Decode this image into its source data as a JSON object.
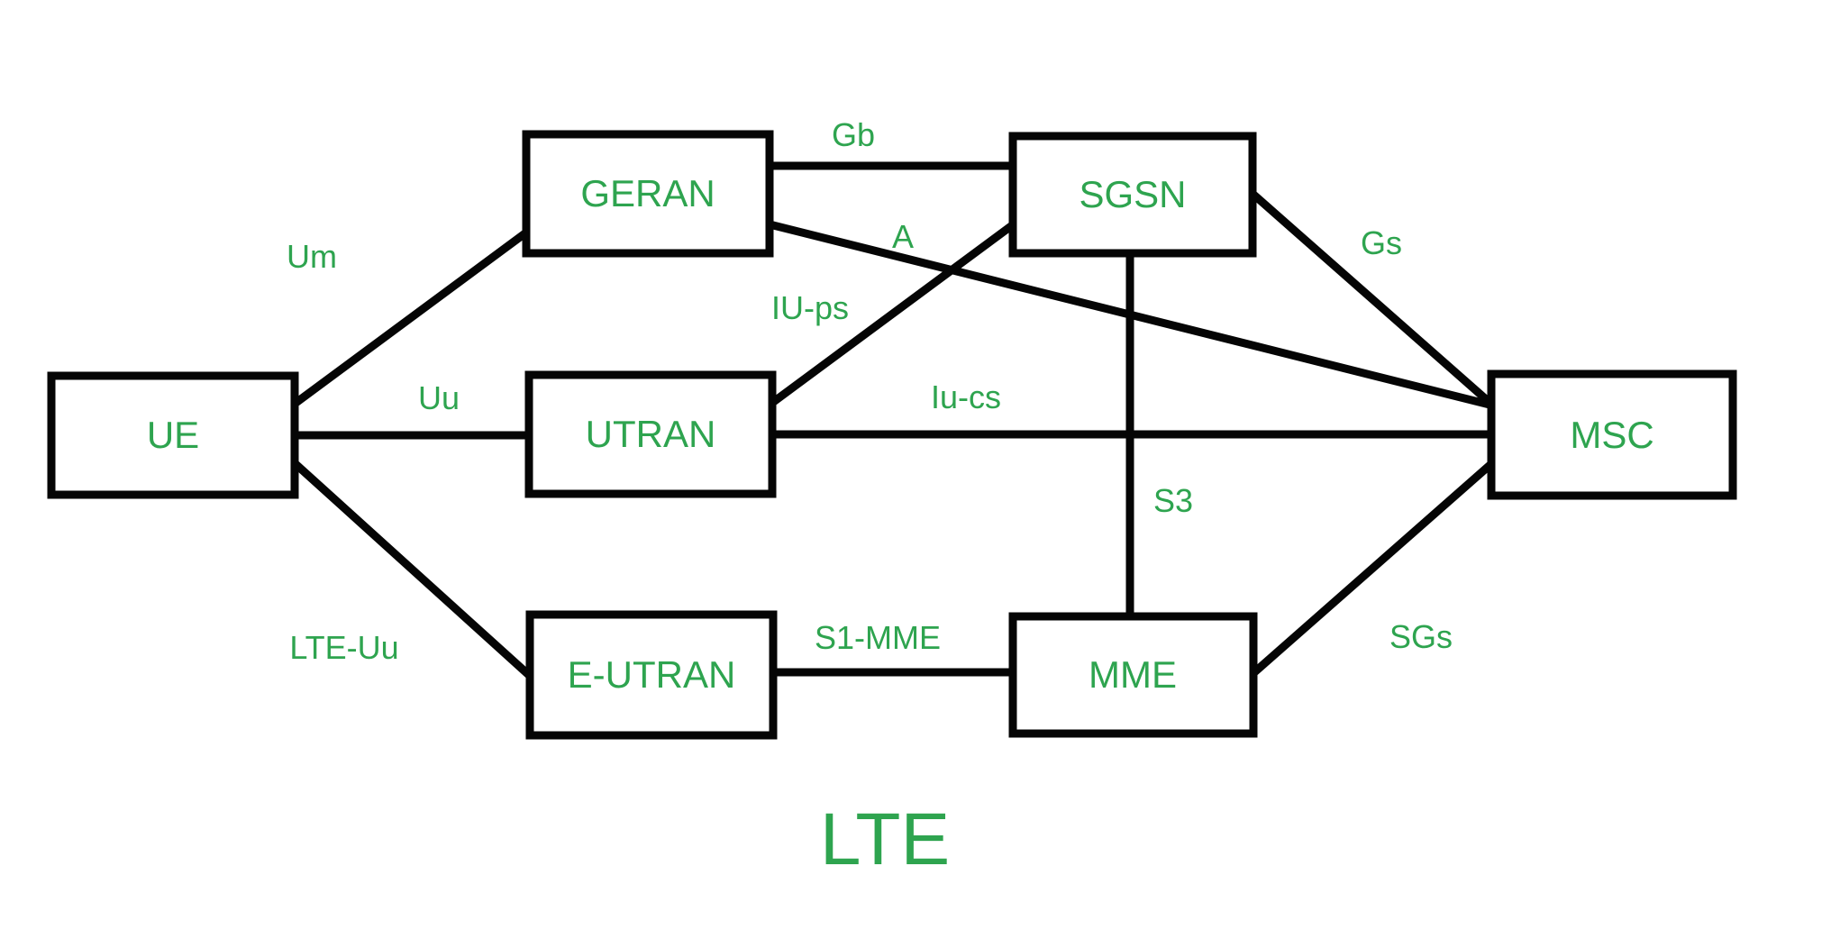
{
  "diagram": {
    "title": "LTE",
    "colors": {
      "label_green": "#2EA44F",
      "line_black": "#050505",
      "background": "#FFFFFF"
    },
    "nodes": [
      {
        "id": "ue",
        "label": "UE"
      },
      {
        "id": "geran",
        "label": "GERAN"
      },
      {
        "id": "utran",
        "label": "UTRAN"
      },
      {
        "id": "eutran",
        "label": "E-UTRAN"
      },
      {
        "id": "sgsn",
        "label": "SGSN"
      },
      {
        "id": "mme",
        "label": "MME"
      },
      {
        "id": "msc",
        "label": "MSC"
      }
    ],
    "edges": [
      {
        "from": "UE",
        "to": "GERAN",
        "label": "Um"
      },
      {
        "from": "UE",
        "to": "UTRAN",
        "label": "Uu"
      },
      {
        "from": "UE",
        "to": "E-UTRAN",
        "label": "LTE-Uu"
      },
      {
        "from": "GERAN",
        "to": "SGSN",
        "label": "Gb"
      },
      {
        "from": "GERAN",
        "to": "MSC",
        "label": "A"
      },
      {
        "from": "UTRAN",
        "to": "SGSN",
        "label": "IU-ps"
      },
      {
        "from": "UTRAN",
        "to": "MSC",
        "label": "Iu-cs"
      },
      {
        "from": "SGSN",
        "to": "MSC",
        "label": "Gs"
      },
      {
        "from": "SGSN",
        "to": "MME",
        "label": "S3"
      },
      {
        "from": "E-UTRAN",
        "to": "MME",
        "label": "S1-MME"
      },
      {
        "from": "MME",
        "to": "MSC",
        "label": "SGs"
      }
    ]
  }
}
